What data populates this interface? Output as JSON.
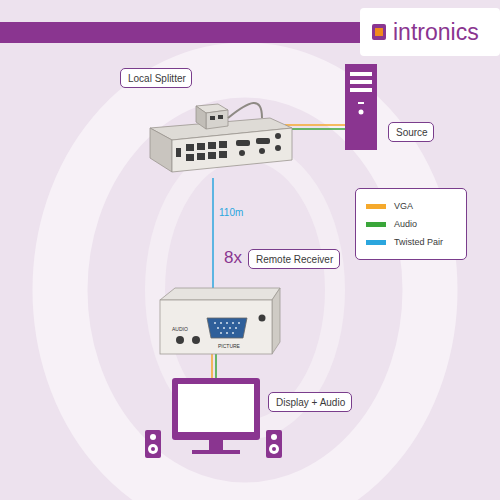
{
  "diagram": {
    "nodes": [
      {
        "text": [
          "Local Splitter"
        ]
      },
      {
        "text": [
          "Source"
        ]
      },
      {
        "text": [
          "Remote Receiver"
        ]
      },
      {
        "text": [
          "Display + Audio"
        ]
      }
    ],
    "labels": [
      "intronics",
      "110m",
      "8x",
      "AUDIO",
      "PICTURE"
    ],
    "legend": [
      {
        "text": "VGA",
        "color": "#f5a92c"
      },
      {
        "text": "Audio",
        "color": "#3aa63a"
      },
      {
        "text": "Twisted Pair",
        "color": "#2ba6de"
      }
    ]
  }
}
